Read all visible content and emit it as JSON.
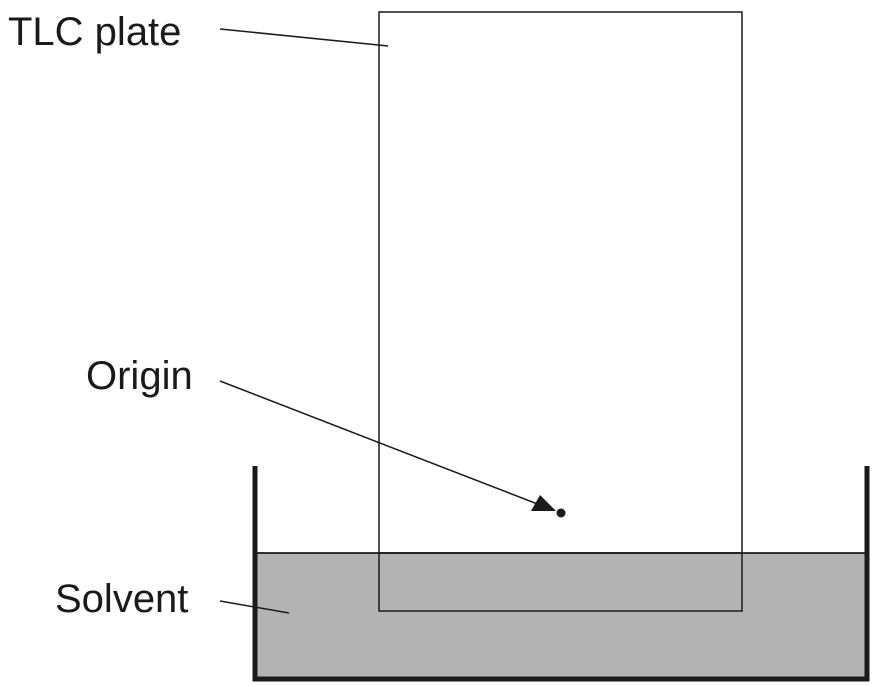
{
  "labels": {
    "plate": "TLC plate",
    "origin": "Origin",
    "solvent": "Solvent"
  },
  "colors": {
    "solvent_fill": "#b3b3b3",
    "line": "#1a1a1a",
    "background": "#ffffff"
  }
}
